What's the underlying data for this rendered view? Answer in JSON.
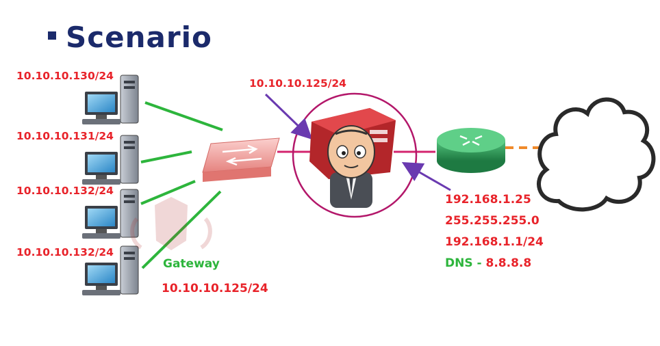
{
  "title": "Scenario",
  "clients": [
    {
      "ip": "10.10.10.130/24"
    },
    {
      "ip": "10.10.10.131/24"
    },
    {
      "ip": "10.10.10.132/24"
    },
    {
      "ip": "10.10.10.132/24"
    }
  ],
  "proxy": {
    "ip": "10.10.10.125/24"
  },
  "gateway": {
    "label": "Gateway",
    "ip": "10.10.10.125/24"
  },
  "wan": {
    "ip": "192.168.1.25",
    "mask": "255.255.255.0",
    "gateway": "192.168.1.1/24",
    "dns_label": "DNS",
    "dns_sep": "-",
    "dns_value": "8.8.8.8"
  },
  "colors": {
    "title": "#1b2a6b",
    "ip_text": "#e8232a",
    "dns_text": "#2db53c",
    "link_green": "#2db53c",
    "link_pink": "#d3246e",
    "arrow": "#6a3ab0",
    "wan_link": "#f08a2a",
    "router": "#2f9a55",
    "switch": "#f2a7a4"
  },
  "icons": [
    "desktop-computer-icon",
    "switch-icon",
    "proxy-server-icon",
    "router-icon",
    "cloud-icon"
  ]
}
